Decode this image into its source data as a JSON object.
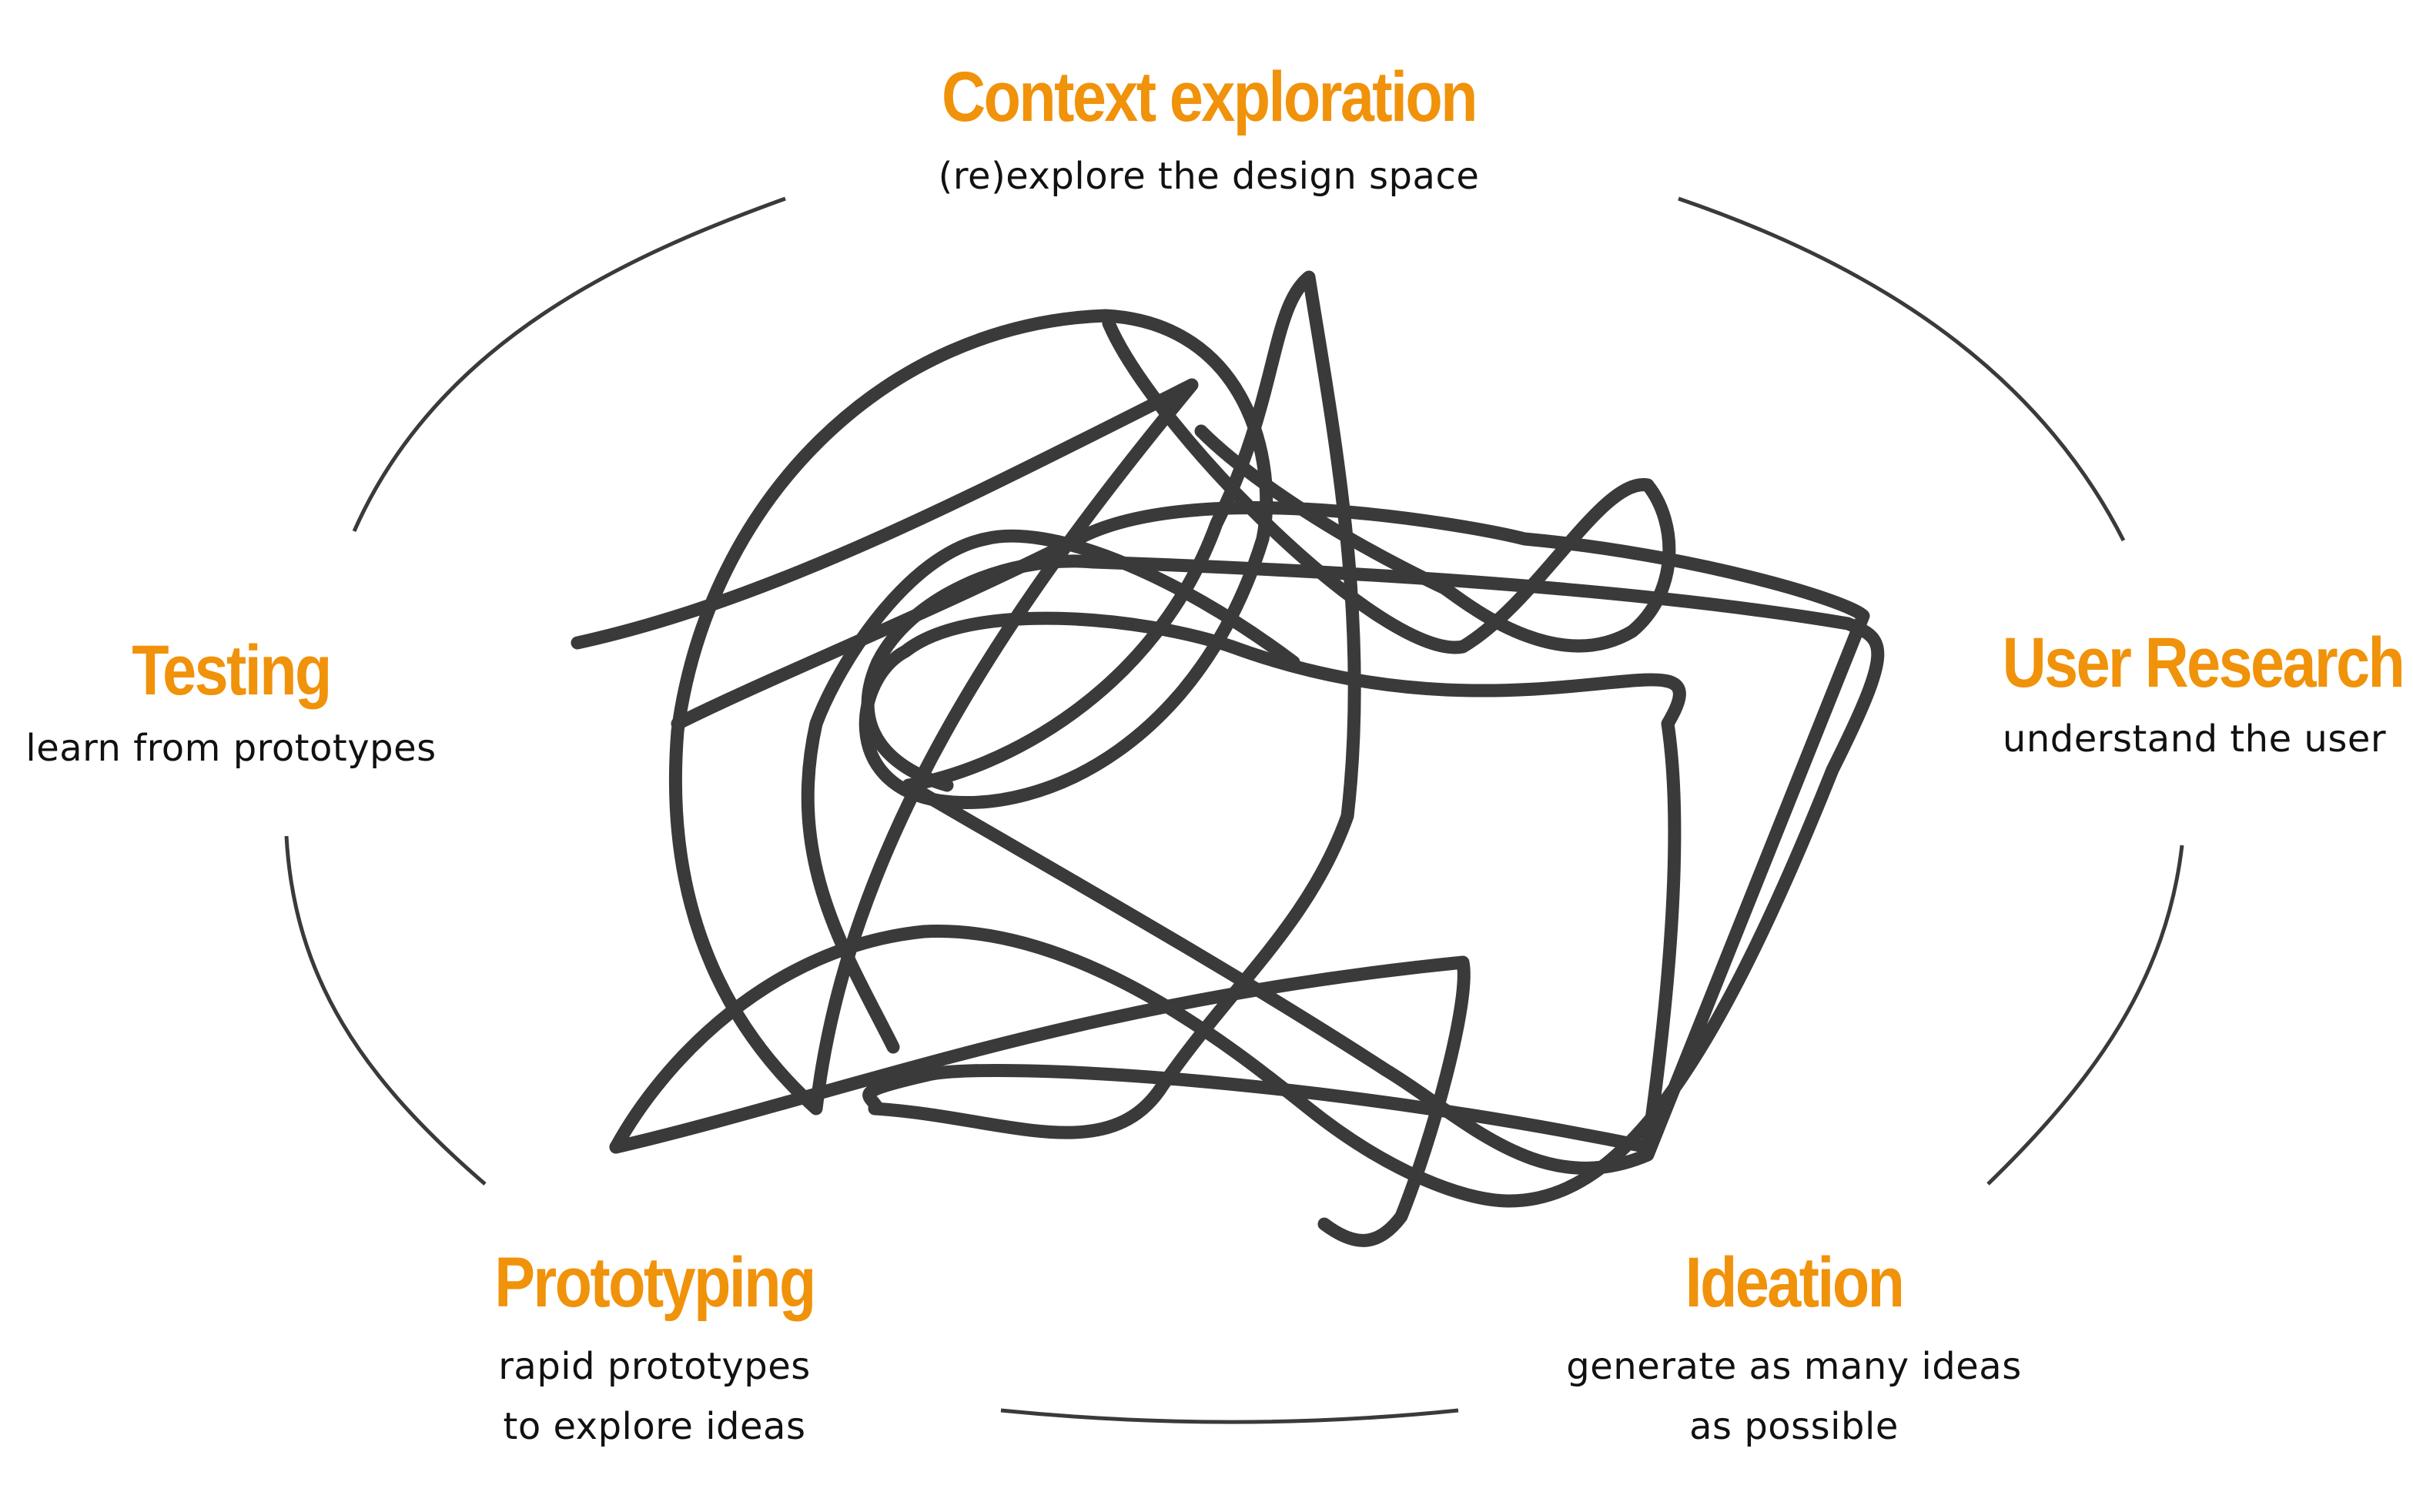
{
  "accent_color": "#F0920A",
  "line_color": "#3A3A3A",
  "stages": {
    "context_exploration": {
      "title": "Context exploration",
      "description": "(re)explore the design space"
    },
    "user_research": {
      "title": "User Research",
      "description": "understand the user"
    },
    "ideation": {
      "title": "Ideation",
      "description_line1": "generate as many ideas",
      "description_line2": "as possible"
    },
    "prototyping": {
      "title": "Prototyping",
      "description_line1": "rapid prototypes",
      "description_line2": "to explore ideas"
    },
    "testing": {
      "title": "Testing",
      "description": "learn from prototypes"
    }
  }
}
